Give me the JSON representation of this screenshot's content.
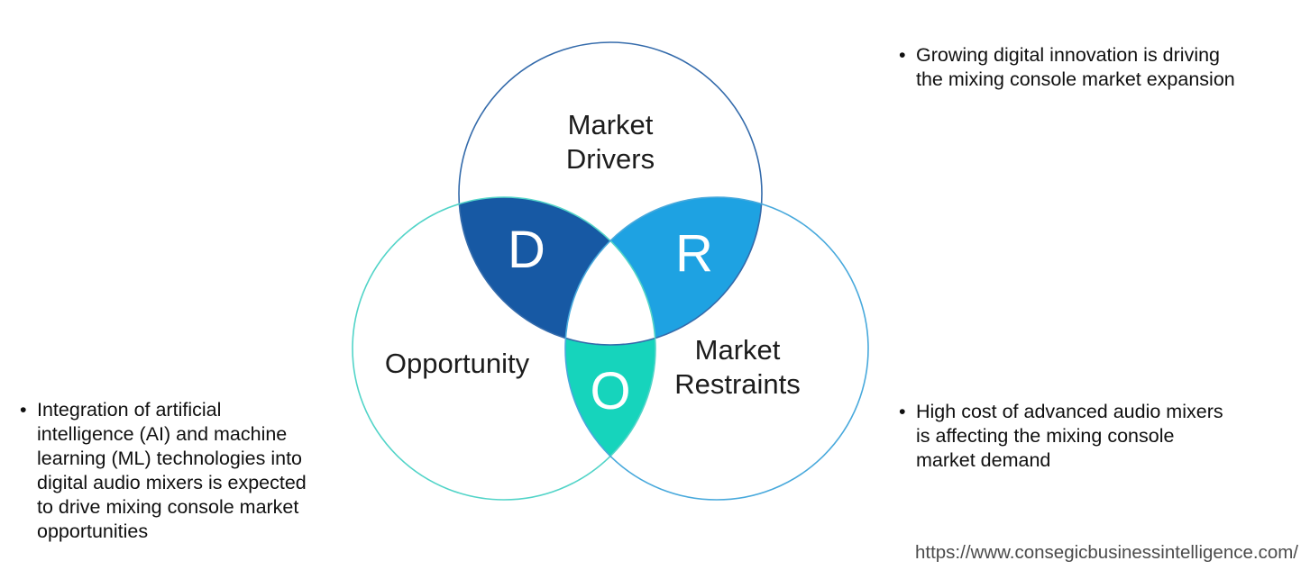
{
  "venn": {
    "drivers": {
      "label": "Market\nDrivers",
      "letter": "D"
    },
    "opportunity": {
      "label": "Opportunity",
      "letter": "O"
    },
    "restraints": {
      "label": "Market\nRestraints",
      "letter": "R"
    }
  },
  "colors": {
    "drivers_outline": "#346bab",
    "opportunity_outline": "#52d4c8",
    "restraints_outline": "#48a9dc",
    "drivers_opportunity_fill": "#1759a4",
    "drivers_restraints_fill": "#1ea2e2",
    "opportunity_restraints_fill": "#16d4bc",
    "letter_color": "#ffffff",
    "label_color": "#1c1c1c"
  },
  "bullets": {
    "marker": "•",
    "left": "Integration of artificial\nintelligence (AI) and machine\nlearning (ML) technologies into\ndigital audio mixers is expected\nto drive mixing console market\nopportunities",
    "top_right": "Growing digital innovation is driving\nthe mixing console market expansion",
    "bottom_right": "High cost of advanced audio mixers\nis affecting the mixing console\nmarket demand"
  },
  "footer": {
    "url": "https://www.consegicbusinessintelligence.com/"
  }
}
